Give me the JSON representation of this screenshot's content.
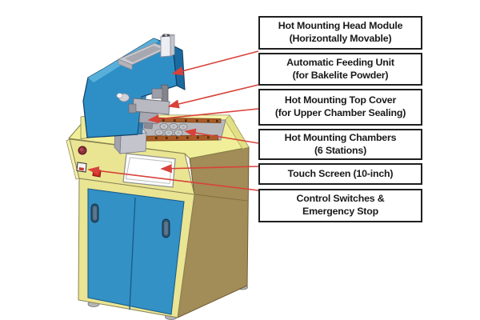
{
  "figure": {
    "type": "labeled-machine-diagram",
    "callouts": [
      {
        "lines": [
          "Hot Mounting Head Module",
          "(Horizontally Movable)"
        ]
      },
      {
        "lines": [
          "Automatic Feeding Unit",
          "(for Bakelite Powder)"
        ]
      },
      {
        "lines": [
          "Hot Mounting Top Cover",
          "(for Upper Chamber Sealing)"
        ]
      },
      {
        "lines": [
          "Hot Mounting Chambers",
          "(6 Stations)"
        ]
      },
      {
        "lines": [
          "Touch Screen (10-inch)"
        ]
      },
      {
        "lines": [
          "Control Switches &",
          "Emergency Stop"
        ]
      }
    ],
    "chamber_station_count": "6",
    "colors": {
      "arrow_red": "#d8423a",
      "box_border": "#1f1f1f",
      "box_background": "#ffffff",
      "machine_blue": "#2e8fc7",
      "machine_blue_light": "#58b0da",
      "machine_blue_dark": "#1a6aa0",
      "door_blue": "#3391c6",
      "table_yellow": "#f1ee99",
      "panel_yellow": "#eae593",
      "side_tan": "#a28c57",
      "plate_gray": "#b9b9bd",
      "rail_orange": "#aa5c26",
      "screen_white": "#fcfcfc",
      "estop_maroon": "#8e2f3c"
    }
  }
}
